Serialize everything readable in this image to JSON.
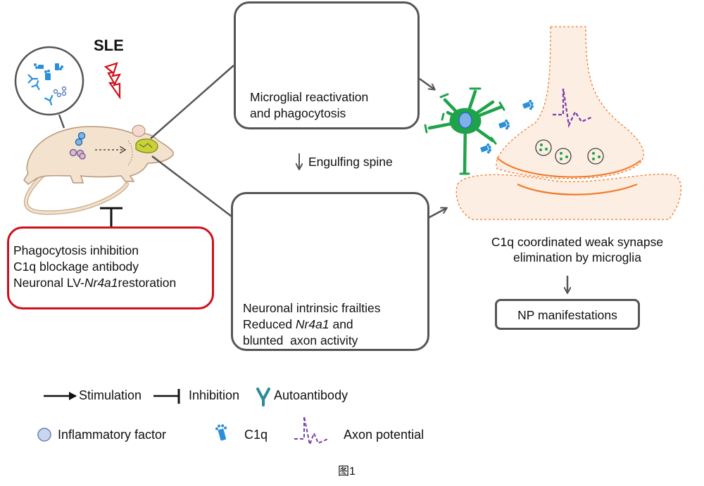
{
  "title": "SLE",
  "caption": "图1",
  "colors": {
    "microglia": "#1fa34a",
    "neuron": "#f07a2a",
    "synapse_fill": "#fdeee4",
    "c1q": "#2a8fd9",
    "autoantibody": "#2e8a9a",
    "axon_potential": "#7b3fa8",
    "lightning": "#d0101a",
    "inhibition_box_border": "#d0101a",
    "box_border": "#555555",
    "arrow": "#555555"
  },
  "treatments": {
    "line1": "Phagocytosis inhibition",
    "line2": "C1q blockage antibody",
    "line3_prefix": "Neuronal LV-",
    "line3_gene": "Nr4a1",
    "line3_suffix": "restoration"
  },
  "microglia_box": {
    "line1": "Microglial reactivation",
    "line2": "and phagocytosis"
  },
  "engulfing_label": "Engulfing spine",
  "neuron_box": {
    "line1": "Neuronal intrinsic frailties",
    "line2_prefix": "Reduced ",
    "line2_gene": "Nr4a1",
    "line2_suffix": " and",
    "line3": "blunted  axon activity"
  },
  "synapse_label": {
    "line1": "C1q coordinated weak synapse",
    "line2": "elimination by microglia"
  },
  "outcome_box": "NP manifestations",
  "legend": [
    {
      "icon": "stimulation-arrow-icon",
      "label": "Stimulation"
    },
    {
      "icon": "inhibition-bar-icon",
      "label": "Inhibition"
    },
    {
      "icon": "autoantibody-icon",
      "label": "Autoantibody"
    },
    {
      "icon": "inflammatory-factor-icon",
      "label": "Inflammatory factor"
    },
    {
      "icon": "c1q-icon",
      "label": "C1q"
    },
    {
      "icon": "axon-potential-icon",
      "label": "Axon potential"
    }
  ]
}
